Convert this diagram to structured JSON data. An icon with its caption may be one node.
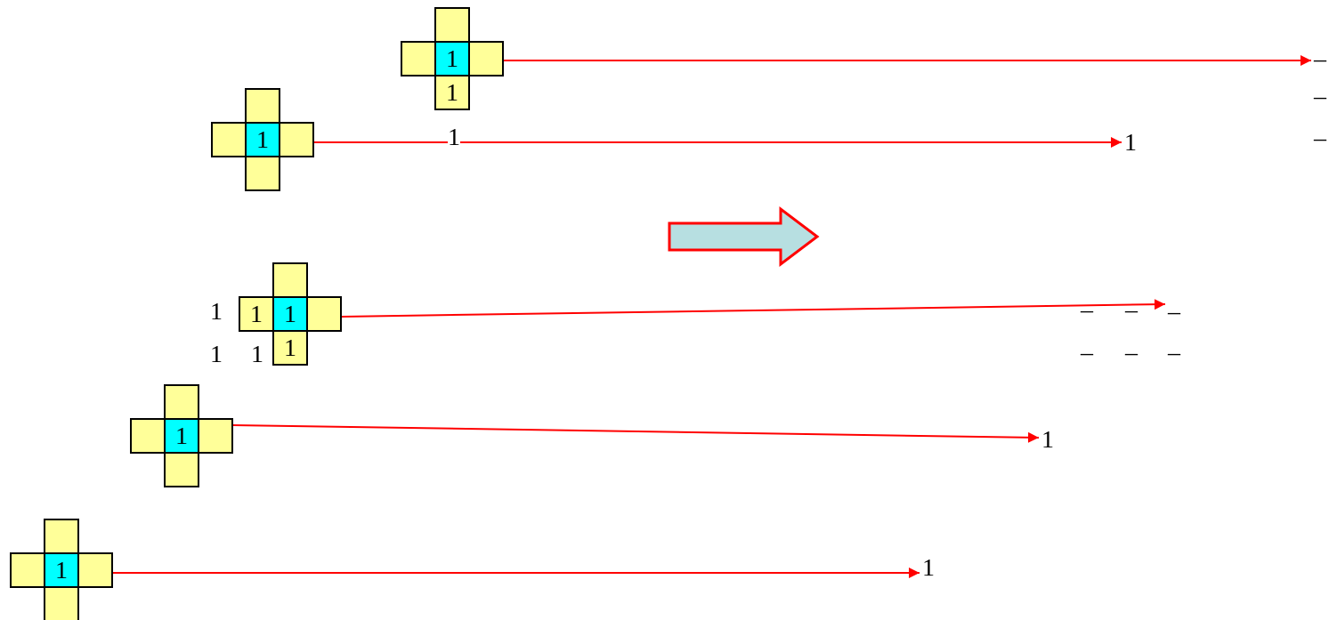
{
  "diagram": {
    "nodes": [
      {
        "text": [
          "1",
          "1"
        ]
      },
      {
        "text": [
          "–"
        ]
      },
      {
        "text": [
          "1"
        ]
      },
      {
        "text": [
          "1"
        ]
      },
      {
        "text": [
          "1",
          "1",
          "1"
        ]
      },
      {
        "text": [
          "–"
        ]
      },
      {
        "text": [
          "1"
        ]
      },
      {
        "text": [
          "1"
        ]
      },
      {
        "text": [
          "1"
        ]
      },
      {
        "text": [
          "1"
        ]
      }
    ],
    "edges": [
      {
        "from": 0,
        "to": 1,
        "arrow": "to"
      },
      {
        "from": 2,
        "to": 3,
        "arrow": "to"
      },
      {
        "from": 4,
        "to": 5,
        "arrow": "to"
      },
      {
        "from": 6,
        "to": 7,
        "arrow": "to"
      },
      {
        "from": 8,
        "to": 9,
        "arrow": "to"
      }
    ],
    "labels": [
      "–",
      "1",
      "–",
      "1",
      "–",
      "–",
      "1",
      "1",
      "–",
      "–",
      "–"
    ]
  }
}
